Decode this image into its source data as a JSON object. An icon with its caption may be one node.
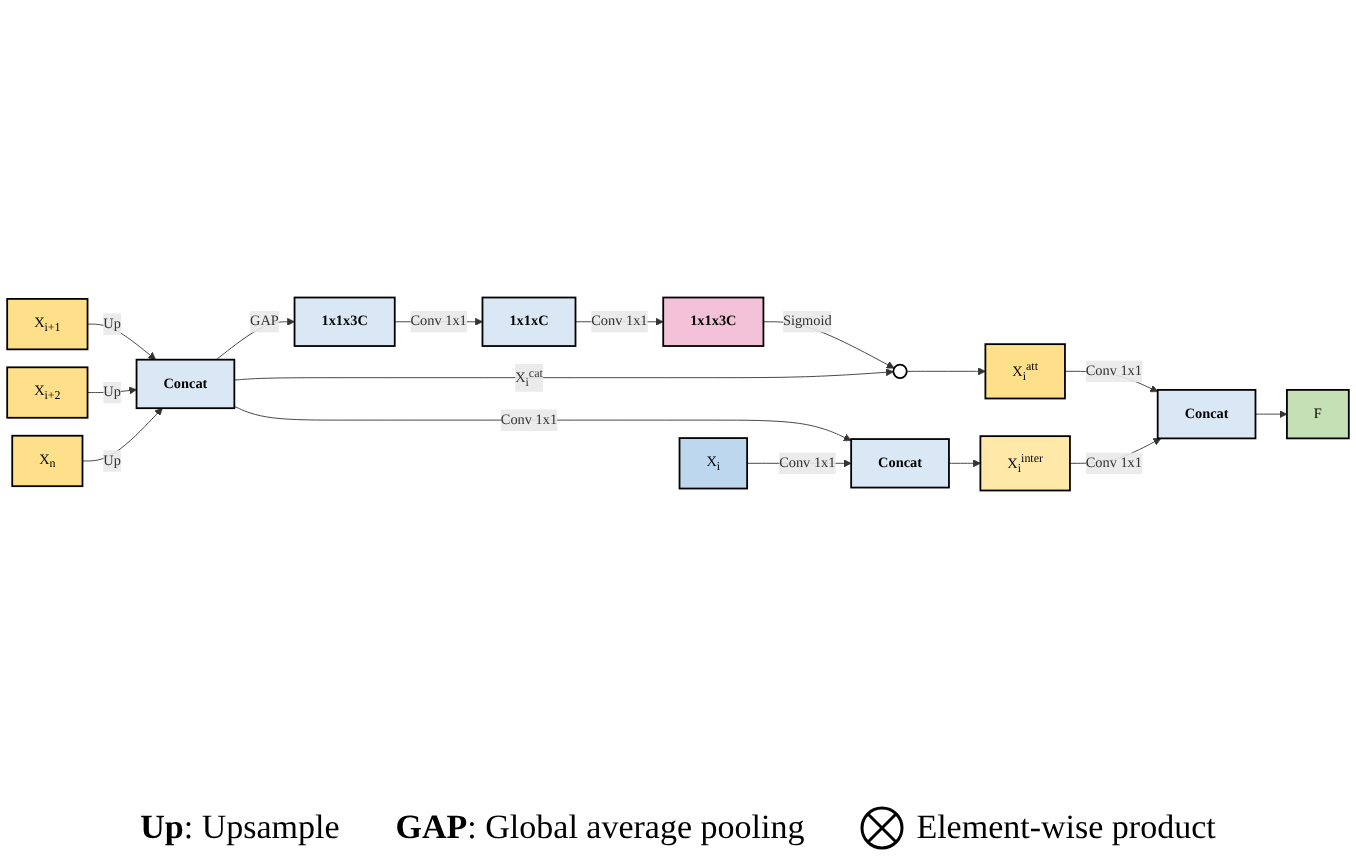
{
  "diagram": {
    "nodes": [
      {
        "text": [
          "X$_{i+1}$"
        ]
      },
      {
        "text": [
          "X$_{i+2}$"
        ]
      },
      {
        "text": [
          "X$_{n}$"
        ]
      },
      {
        "text": [
          "X$_{i}$"
        ]
      },
      {
        "text": [
          "Concat"
        ]
      },
      {
        "text": [
          "1x1x3C"
        ]
      },
      {
        "text": [
          "1x1xC"
        ]
      },
      {
        "text": [
          "1x1x3C"
        ]
      },
      {
        "text": [],
        "shape": "circle"
      },
      {
        "text": [
          "X$_{i}$$^{att}$"
        ]
      },
      {
        "text": [
          "Concat"
        ]
      },
      {
        "text": [
          "F"
        ]
      },
      {
        "text": [
          "Concat"
        ]
      },
      {
        "text": [
          "X$_{i}$$^{inter}$"
        ]
      }
    ],
    "edges": [
      {
        "from": 0,
        "to": 4,
        "arrow": "to",
        "label": "Up"
      },
      {
        "from": 1,
        "to": 4,
        "arrow": "to",
        "label": "Up"
      },
      {
        "from": 2,
        "to": 4,
        "arrow": "to",
        "label": "Up"
      },
      {
        "from": 4,
        "to": 5,
        "arrow": "to",
        "label": "GAP"
      },
      {
        "from": 5,
        "to": 6,
        "arrow": "to",
        "label": "Conv 1x1"
      },
      {
        "from": 6,
        "to": 7,
        "arrow": "to",
        "label": "Conv 1x1"
      },
      {
        "from": 7,
        "to": 8,
        "arrow": "to",
        "label": "Sigmoid"
      },
      {
        "from": 4,
        "to": 8,
        "arrow": "to",
        "label": "X$_{i}$$^{cat}$"
      },
      {
        "from": 8,
        "to": 9,
        "arrow": "to"
      },
      {
        "from": 9,
        "to": 10,
        "arrow": "to",
        "label": "Conv 1x1"
      },
      {
        "from": 10,
        "to": 11,
        "arrow": "to"
      },
      {
        "from": 4,
        "to": 12,
        "arrow": "to",
        "label": "Conv 1x1"
      },
      {
        "from": 3,
        "to": 12,
        "arrow": "to",
        "label": "Conv 1x1"
      },
      {
        "from": 12,
        "to": 13,
        "arrow": "to"
      },
      {
        "from": 13,
        "to": 10,
        "arrow": "to",
        "label": "Conv 1x1"
      }
    ],
    "labels": [
      "**Up**: Upsample",
      "**GAP**: Global average pooling"
    ],
    "legend": [
      {
        "text": "Element-wise product"
      }
    ]
  }
}
